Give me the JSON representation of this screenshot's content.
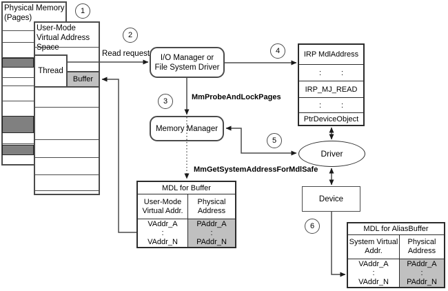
{
  "labels": {
    "physical_memory_1": "Physical Memory",
    "physical_memory_2": "(Pages)",
    "user_mode_space": "User-Mode Virtual Address Space",
    "thread": "Thread",
    "buffer": "Buffer",
    "read_request": "Read request",
    "io_manager": "I/O Manager or File System Driver",
    "memory_manager": "Memory Manager",
    "mm_probe_and_lock": "MmProbeAndLockPages",
    "mm_get_system_address": "MmGetSystemAddressForMdlSafe",
    "driver": "Driver",
    "device": "Device"
  },
  "steps": {
    "s1": "1",
    "s2": "2",
    "s3": "3",
    "s4": "4",
    "s5": "5",
    "s6": "6"
  },
  "irp_table": {
    "row1": "IRP MdlAddress",
    "dots": ":",
    "row3": "IRP_MJ_READ",
    "row5": "PtrDeviceObject"
  },
  "mdl_buffer": {
    "title": "MDL for Buffer",
    "col_virtual": "User-Mode Virtual Addr.",
    "col_physical": "Physical Address",
    "v1": "VAddr_A",
    "vdots": ":",
    "v2": "VAddr_N",
    "p1": "PAddr_A",
    "pdots": ":",
    "p2": "PAddr_N"
  },
  "mdl_alias": {
    "title": "MDL for AliasBuffer",
    "col_virtual": "System Virtual Addr.",
    "col_physical": "Physical Address",
    "v1": "VAddr_A",
    "vdots": ":",
    "v2": "VAddr_N",
    "p1": "PAddr_A",
    "pdots": ":",
    "p2": "PAddr_N"
  },
  "colors": {
    "line": "#4a4a4a",
    "table_border": "#2b2b2b",
    "allocated_page_fill": "#808080",
    "buffer_fill": "#c0c0c0"
  }
}
